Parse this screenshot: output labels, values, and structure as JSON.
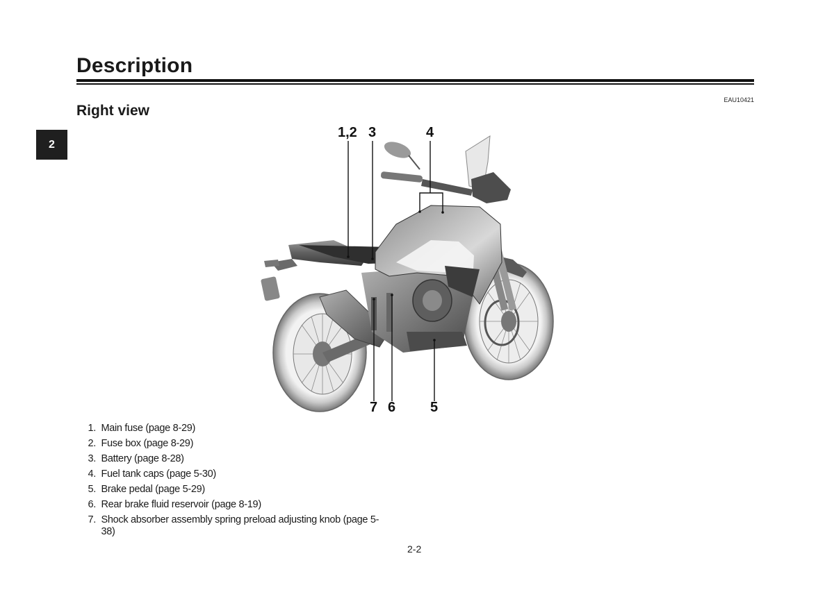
{
  "header": {
    "title": "Description",
    "code": "EAU10421"
  },
  "section": {
    "title": "Right view"
  },
  "chapter_tab": "2",
  "figure": {
    "callouts": {
      "c12": "1,2",
      "c3": "3",
      "c4": "4",
      "c7": "7",
      "c6": "6",
      "c5": "5"
    }
  },
  "parts": [
    {
      "num": "1.",
      "text": "Main fuse (page 8-29)"
    },
    {
      "num": "2.",
      "text": "Fuse box (page 8-29)"
    },
    {
      "num": "3.",
      "text": "Battery (page 8-28)"
    },
    {
      "num": "4.",
      "text": "Fuel tank caps (page 5-30)"
    },
    {
      "num": "5.",
      "text": "Brake pedal (page 5-29)"
    },
    {
      "num": "6.",
      "text": "Rear brake fluid reservoir (page 8-19)"
    },
    {
      "num": "7.",
      "text": "Shock absorber assembly spring preload adjusting knob (page 5-38)"
    }
  ],
  "footer": {
    "page_number": "2-2"
  }
}
